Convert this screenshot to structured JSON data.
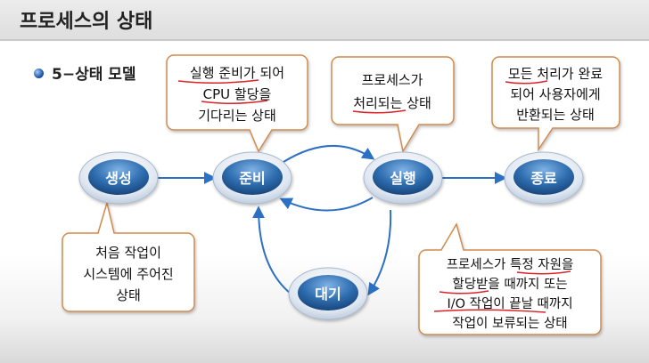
{
  "slide": {
    "title": "프로세스의 상태",
    "bullet": "5−상태 모델"
  },
  "states": {
    "create": "생성",
    "ready": "준비",
    "running": "실행",
    "exit": "종료",
    "blocked": "대기"
  },
  "callouts": {
    "ready": [
      "실행 준비가 되어",
      "CPU 할당을",
      "기다리는 상태"
    ],
    "running": [
      "프로세스가",
      "처리되는 상태"
    ],
    "exit": [
      "모든 처리가 완료",
      "되어 사용자에게",
      "반환되는 상태"
    ],
    "create": [
      "처음 작업이",
      "시스템에 주어진",
      "상태"
    ],
    "blocked": [
      "프로세스가 특정 자원을",
      "할당받을 때까지 또는",
      "I/O 작업이 끝날 때까지",
      "작업이 보류되는 상태"
    ]
  },
  "colors": {
    "node_outer": "#e9eff6",
    "node_inner": "#2e6fb0",
    "arrow": "#2c70c4",
    "callout_border": "#d08a4e",
    "underline": "#d8232a"
  }
}
